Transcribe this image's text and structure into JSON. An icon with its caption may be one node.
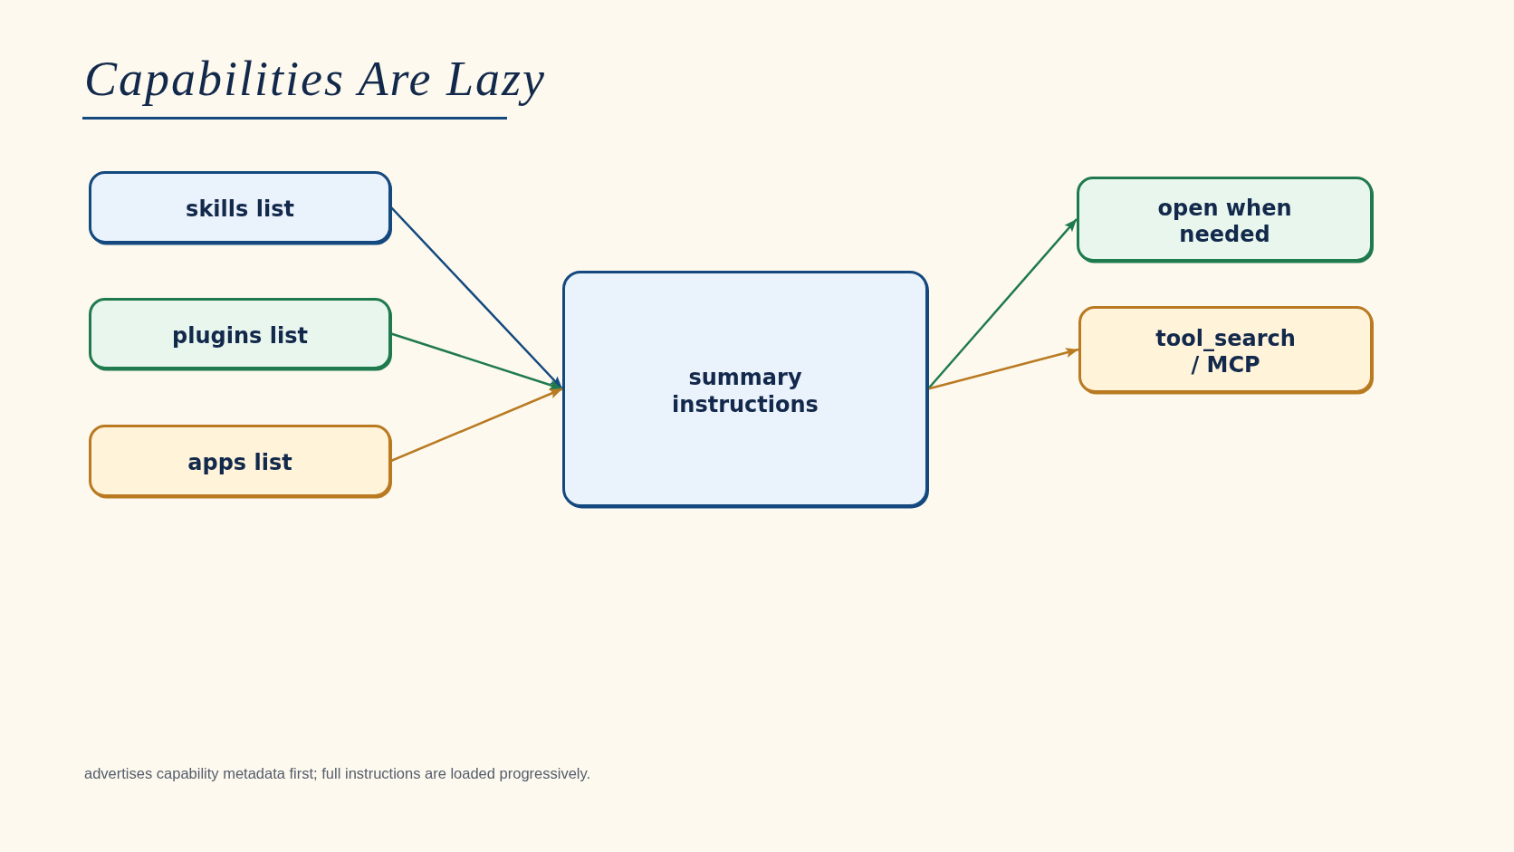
{
  "diagram": {
    "title": "Capabilities Are Lazy",
    "caption": "advertises capability metadata first; full instructions are loaded progressively.",
    "nodes": [
      {
        "text": [
          "skills list"
        ]
      },
      {
        "text": [
          "plugins list"
        ]
      },
      {
        "text": [
          "apps list"
        ]
      },
      {
        "text": [
          "summary instructions"
        ]
      },
      {
        "text": [
          "open when needed"
        ]
      },
      {
        "text": [
          "tool_search / MCP"
        ]
      }
    ],
    "edges": [
      {
        "from": 0,
        "to": 3,
        "arrow": "to",
        "color": "#14497f"
      },
      {
        "from": 1,
        "to": 3,
        "arrow": "to",
        "color": "#1f7a4d"
      },
      {
        "from": 2,
        "to": 3,
        "arrow": "to",
        "color": "#b97a22"
      },
      {
        "from": 3,
        "to": 4,
        "arrow": "to",
        "color": "#1f7a4d"
      },
      {
        "from": 3,
        "to": 5,
        "arrow": "to",
        "color": "#b97a22"
      }
    ]
  }
}
